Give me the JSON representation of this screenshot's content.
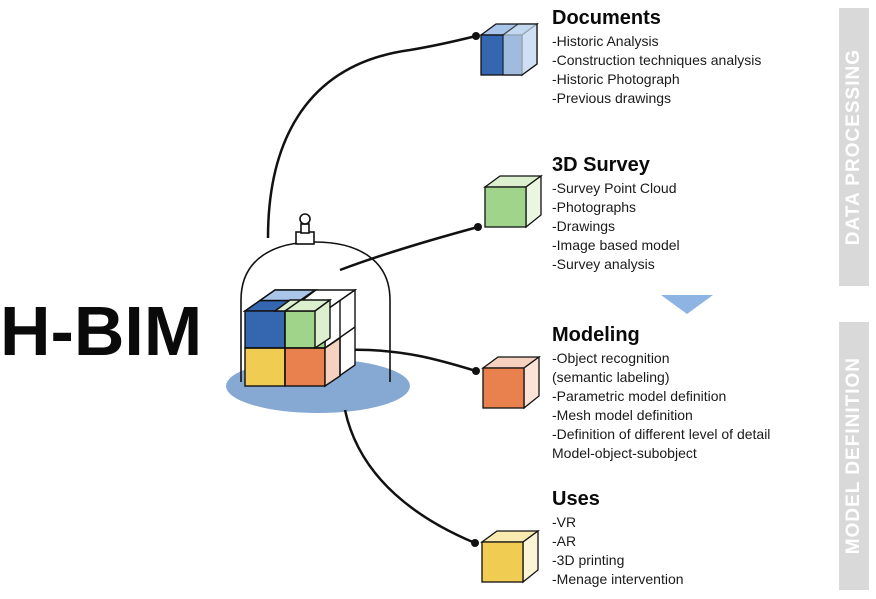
{
  "title": "H-BIM",
  "sections": [
    {
      "heading": "Documents",
      "items": [
        "-Historic Analysis",
        "-Construction techniques analysis",
        "-Historic Photograph",
        "-Previous drawings"
      ]
    },
    {
      "heading": "3D Survey",
      "items": [
        "-Survey Point Cloud",
        "-Photographs",
        "-Drawings",
        "-Image based model",
        "-Survey analysis"
      ]
    },
    {
      "heading": "Modeling",
      "items": [
        "-Object recognition",
        "(semantic labeling)",
        "-Parametric model definition",
        "-Mesh model definition",
        "-Definition of different level of detail",
        "Model-object-subobject"
      ]
    },
    {
      "heading": "Uses",
      "items": [
        "-VR",
        "-AR",
        "-3D printing",
        "-Menage intervention"
      ]
    }
  ],
  "side_labels": {
    "data_processing": "DATA PROCESSING",
    "model_definition": "MODEL DEFINITION"
  },
  "colors": {
    "blue": "#3566b0",
    "light_blue": "#a9c6ea",
    "green": "#9fd48a",
    "light_green": "#dcefcf",
    "orange": "#e8814e",
    "light_orange": "#f6d1bf",
    "yellow": "#f0cc52",
    "light_yellow": "#f9ebb0",
    "ellipse": "#86a9d3",
    "arrow": "#8db4e2",
    "side_bar": "#d9d9d9"
  }
}
